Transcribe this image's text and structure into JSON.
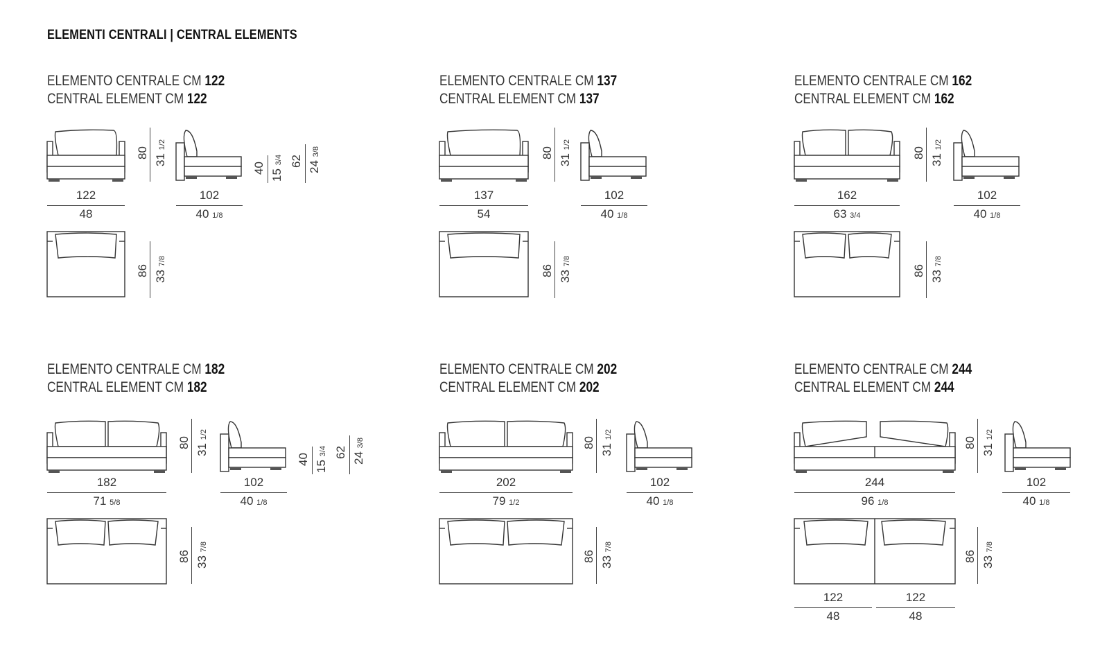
{
  "page_title": "ELEMENTI CENTRALI | CENTRAL ELEMENTS",
  "elements": [
    {
      "it": "ELEMENTO CENTRALE CM ",
      "en": "CENTRAL ELEMENT CM ",
      "size": "122",
      "width_cm": "122",
      "width_in": "48",
      "width_in_frac": "",
      "height_cm": "80",
      "height_in": "31",
      "height_in_frac": "1/2",
      "depth_cm": "102",
      "depth_in": "40",
      "depth_in_frac": "1/8",
      "seat_cm": "40",
      "seat_in": "15",
      "seat_in_frac": "3/4",
      "arm_cm": "62",
      "arm_in": "24",
      "arm_in_frac": "3/8",
      "plan_depth_cm": "86",
      "plan_depth_in": "33",
      "plan_depth_in_frac": "7/8"
    },
    {
      "it": "ELEMENTO CENTRALE CM ",
      "en": "CENTRAL ELEMENT CM ",
      "size": "137",
      "width_cm": "137",
      "width_in": "54",
      "width_in_frac": "",
      "height_cm": "80",
      "height_in": "31",
      "height_in_frac": "1/2",
      "depth_cm": "102",
      "depth_in": "40",
      "depth_in_frac": "1/8",
      "plan_depth_cm": "86",
      "plan_depth_in": "33",
      "plan_depth_in_frac": "7/8"
    },
    {
      "it": "ELEMENTO CENTRALE CM ",
      "en": "CENTRAL ELEMENT CM ",
      "size": "162",
      "width_cm": "162",
      "width_in": "63",
      "width_in_frac": "3/4",
      "height_cm": "80",
      "height_in": "31",
      "height_in_frac": "1/2",
      "depth_cm": "102",
      "depth_in": "40",
      "depth_in_frac": "1/8",
      "plan_depth_cm": "86",
      "plan_depth_in": "33",
      "plan_depth_in_frac": "7/8"
    },
    {
      "it": "ELEMENTO CENTRALE CM ",
      "en": "CENTRAL ELEMENT CM ",
      "size": "182",
      "width_cm": "182",
      "width_in": "71",
      "width_in_frac": "5/8",
      "height_cm": "80",
      "height_in": "31",
      "height_in_frac": "1/2",
      "depth_cm": "102",
      "depth_in": "40",
      "depth_in_frac": "1/8",
      "seat_cm": "40",
      "seat_in": "15",
      "seat_in_frac": "3/4",
      "arm_cm": "62",
      "arm_in": "24",
      "arm_in_frac": "3/8",
      "plan_depth_cm": "86",
      "plan_depth_in": "33",
      "plan_depth_in_frac": "7/8"
    },
    {
      "it": "ELEMENTO CENTRALE CM ",
      "en": "CENTRAL ELEMENT CM ",
      "size": "202",
      "width_cm": "202",
      "width_in": "79",
      "width_in_frac": "1/2",
      "height_cm": "80",
      "height_in": "31",
      "height_in_frac": "1/2",
      "depth_cm": "102",
      "depth_in": "40",
      "depth_in_frac": "1/8",
      "plan_depth_cm": "86",
      "plan_depth_in": "33",
      "plan_depth_in_frac": "7/8"
    },
    {
      "it": "ELEMENTO CENTRALE CM ",
      "en": "CENTRAL ELEMENT CM ",
      "size": "244",
      "width_cm": "244",
      "width_in": "96",
      "width_in_frac": "1/8",
      "height_cm": "80",
      "height_in": "31",
      "height_in_frac": "1/2",
      "depth_cm": "102",
      "depth_in": "40",
      "depth_in_frac": "1/8",
      "plan_depth_cm": "86",
      "plan_depth_in": "33",
      "plan_depth_in_frac": "7/8",
      "sub_cm": "122",
      "sub_in": "48"
    }
  ]
}
